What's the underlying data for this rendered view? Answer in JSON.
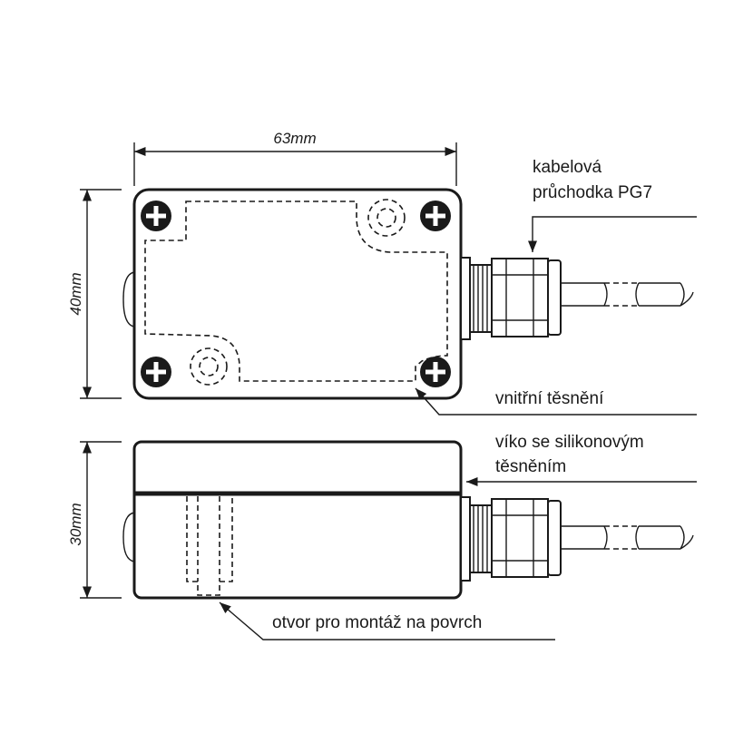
{
  "dimensions": {
    "width": "63mm",
    "depth": "40mm",
    "height": "30mm"
  },
  "labels": {
    "cable_gland_line1": "kabelová",
    "cable_gland_line2": "průchodka PG7",
    "inner_seal": "vnitřní těsnění",
    "lid_line1": "víko se silikonovým",
    "lid_line2": "těsněním",
    "mount_hole": "otvor pro montáž na povrch"
  }
}
